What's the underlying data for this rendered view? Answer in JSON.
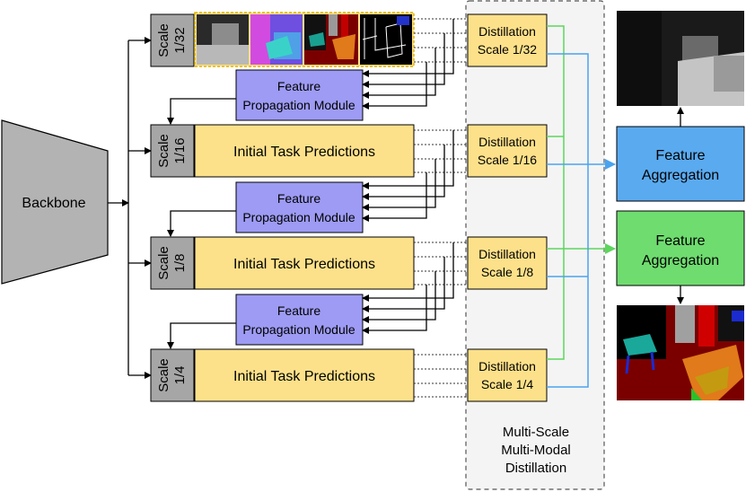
{
  "backbone": {
    "label": "Backbone"
  },
  "scales": [
    {
      "line1": "Scale",
      "line2": "1/32"
    },
    {
      "line1": "Scale",
      "line2": "1/16"
    },
    {
      "line1": "Scale",
      "line2": "1/8"
    },
    {
      "line1": "Scale",
      "line2": "1/4"
    }
  ],
  "initial_predictions": {
    "label": "Initial Task Predictions"
  },
  "fpm": {
    "line1": "Feature",
    "line2": "Propagation Module"
  },
  "distillation": [
    {
      "line1": "Distillation",
      "line2": "Scale 1/32"
    },
    {
      "line1": "Distillation",
      "line2": "Scale 1/16"
    },
    {
      "line1": "Distillation",
      "line2": "Scale 1/8"
    },
    {
      "line1": "Distillation",
      "line2": "Scale 1/4"
    }
  ],
  "msmm": {
    "line1": "Multi-Scale",
    "line2": "Multi-Modal",
    "line3": "Distillation"
  },
  "aggregation": [
    {
      "line1": "Feature",
      "line2": "Aggregation"
    },
    {
      "line1": "Feature",
      "line2": "Aggregation"
    }
  ],
  "colors": {
    "scale_box": "#a6a6a6",
    "prediction_box": "#fde18a",
    "fpm_box": "#9d9bf3",
    "aggregation_blue": "#5aaaf0",
    "aggregation_green": "#6fdc6f",
    "blue_line": "#4aa3f0",
    "green_line": "#5cd65c"
  }
}
